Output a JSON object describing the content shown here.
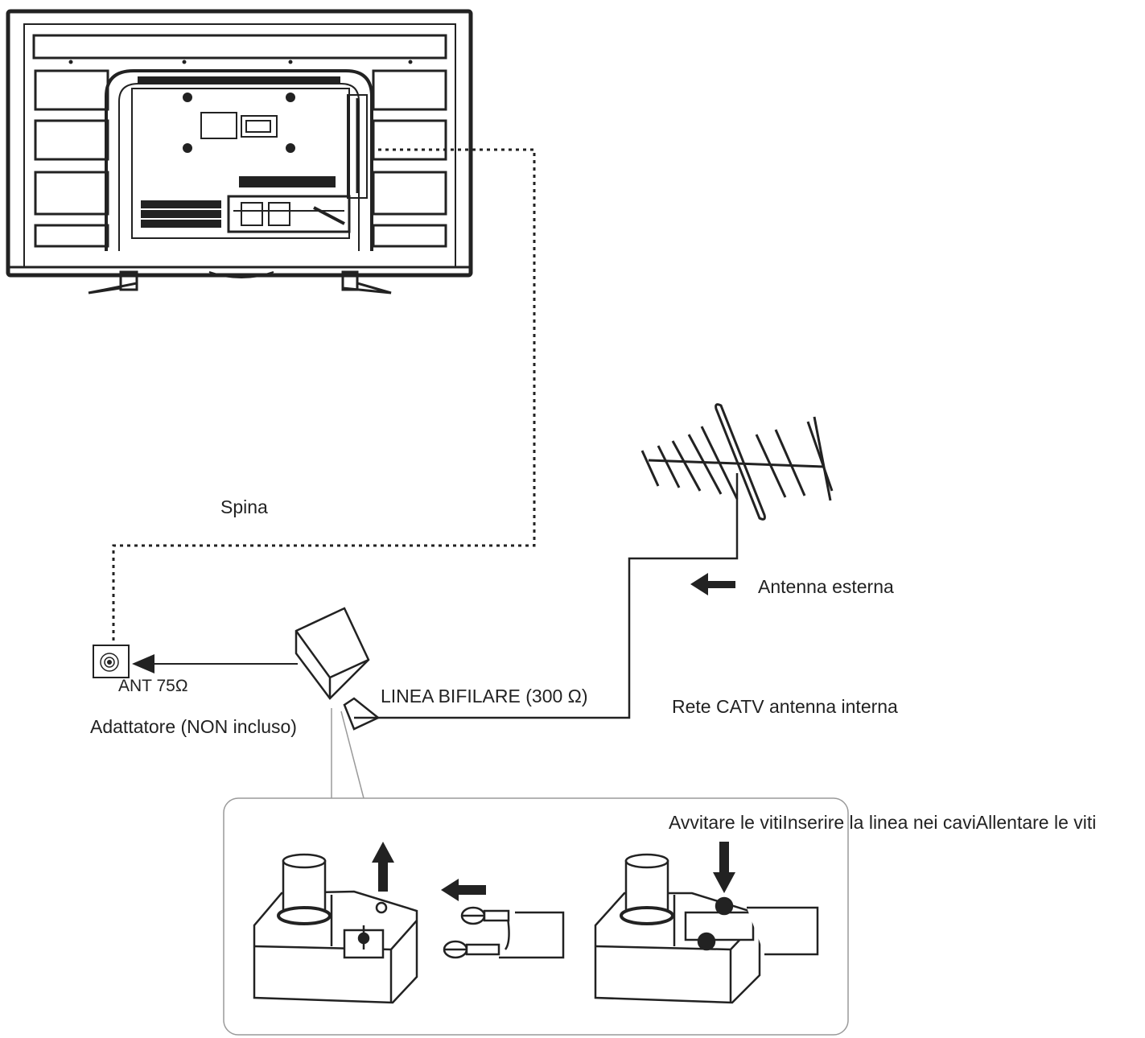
{
  "labels": {
    "spina": "Spina",
    "antenna_esterna": "Antenna esterna",
    "ant_75": "ANT 75Ω",
    "adattatore": "Adattatore (NON incluso)",
    "linea_bifilare": "LINEA BIFILARE (300 Ω)",
    "rete_catv": "Rete CATV antenna interna",
    "steps": "Avvitare le vitiInserire la linea nei caviAllentare le viti"
  },
  "colors": {
    "line": "#222222",
    "background": "#ffffff",
    "detail_box_border": "#9a9a9a"
  },
  "icons": [
    "tv-back-icon",
    "yagi-antenna-icon",
    "ant-socket-icon",
    "balun-adapter-icon",
    "terminal-block-icon",
    "twin-lead-icon",
    "arrow-left-icon",
    "arrow-up-icon",
    "arrow-down-icon"
  ]
}
